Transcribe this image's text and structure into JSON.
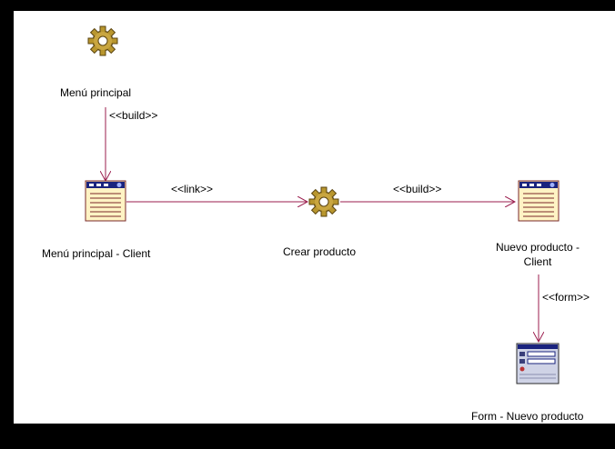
{
  "nodes": {
    "menu_principal": {
      "label": "Menú principal",
      "kind": "server-page"
    },
    "menu_principal_client": {
      "label": "Menú principal - Client",
      "kind": "client-page"
    },
    "crear_producto": {
      "label": "Crear producto",
      "kind": "server-page"
    },
    "nuevo_producto_client": {
      "label_line1": "Nuevo producto -",
      "label_line2": "Client",
      "kind": "client-page"
    },
    "form_nuevo_producto": {
      "label": "Form - Nuevo producto",
      "kind": "form"
    }
  },
  "edges": {
    "build1": "<<build>>",
    "link": "<<link>>",
    "build2": "<<build>>",
    "form": "<<form>>"
  },
  "colors": {
    "edge": "#9b1e4e",
    "gear": "#8a6d1c",
    "page_header": "#1a237e",
    "page_body": "#fff3c4"
  }
}
